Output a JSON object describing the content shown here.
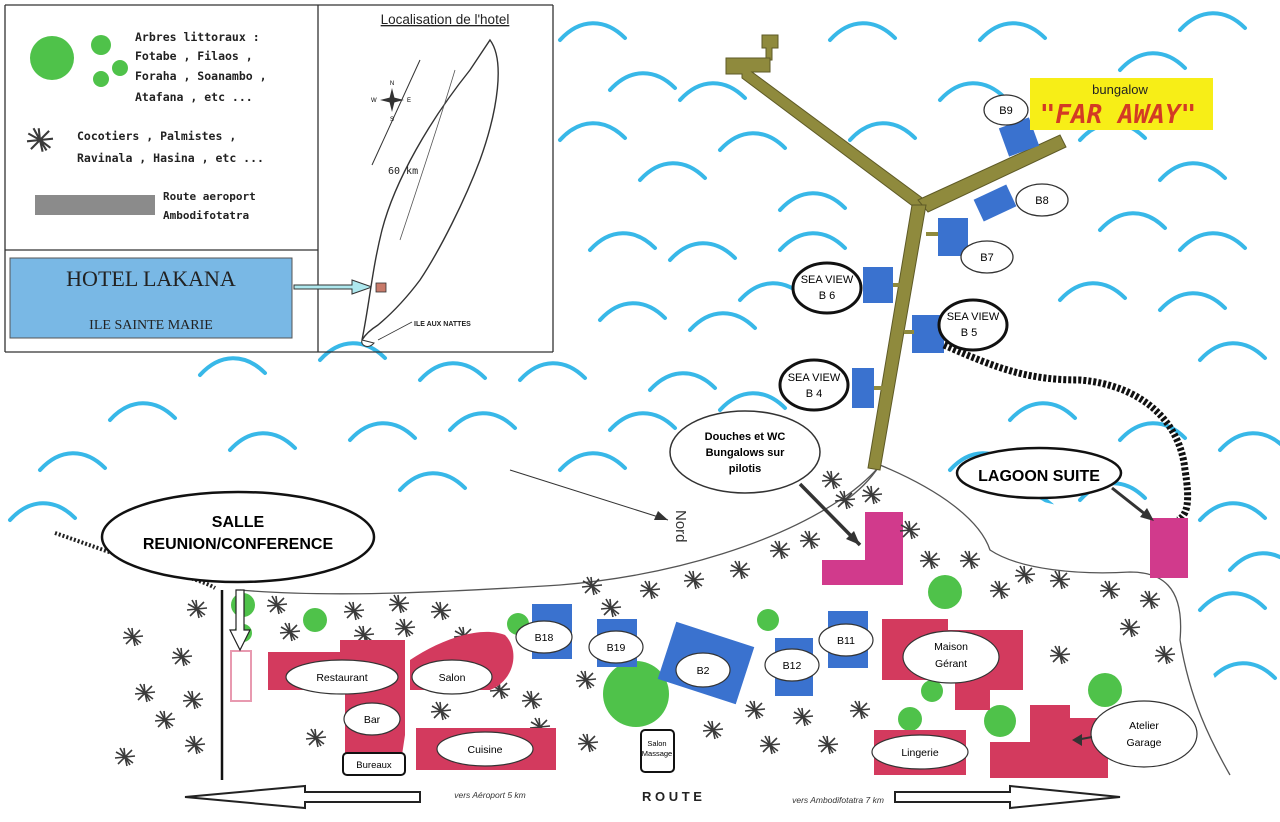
{
  "legend": {
    "trees_label_1": "Arbres littoraux :",
    "trees_label_2": "Fotabe , Filaos ,",
    "trees_label_3": "Foraha , Soanambo ,",
    "trees_label_4": "Atafana , etc ...",
    "palms_label_1": "Cocotiers , Palmistes ,",
    "palms_label_2": "Ravinala , Hasina , etc ...",
    "road_label_1": "Route aeroport",
    "road_label_2": "Ambodifotatra"
  },
  "hotel": {
    "name": "HOTEL LAKANA",
    "subtitle": "ILE SAINTE MARIE"
  },
  "inset": {
    "title": "Localisation de l'hotel",
    "distance": "60 km",
    "island_label": "ILE AUX NATTES",
    "compass": {
      "n": "N",
      "s": "S",
      "e": "E",
      "w": "W"
    }
  },
  "callouts": {
    "far_away_small": "bungalow",
    "far_away_big": "\"FAR AWAY\"",
    "sea_view_b6_1": "SEA VIEW",
    "sea_view_b6_2": "B 6",
    "sea_view_b5_1": "SEA VIEW",
    "sea_view_b5_2": "B 5",
    "sea_view_b4_1": "SEA VIEW",
    "sea_view_b4_2": "B 4",
    "showers_1": "Douches et WC",
    "showers_2": "Bungalows sur",
    "showers_3": "pilotis",
    "lagoon_suite": "LAGOON SUITE",
    "salle_1": "SALLE",
    "salle_2": "REUNION/CONFERENCE",
    "nord": "Nord"
  },
  "buildings": {
    "b9": "B9",
    "b8": "B8",
    "b7": "B7",
    "b18": "B18",
    "b19": "B19",
    "b2": "B2",
    "b12": "B12",
    "b11": "B11",
    "restaurant": "Restaurant",
    "salon": "Salon",
    "bar": "Bar",
    "cuisine": "Cuisine",
    "bureaux": "Bureaux",
    "salon_massage_1": "Salon",
    "salon_massage_2": "Massage",
    "maison_1": "Maison",
    "maison_2": "Gérant",
    "lingerie": "Lingerie",
    "atelier_1": "Atelier",
    "atelier_2": "Garage"
  },
  "road": {
    "label": "R O U T E",
    "left_note": "vers Aéroport  5 km",
    "right_note": "vers Ambodifotatra   7 km"
  },
  "colors": {
    "sea_wave": "#38b8e8",
    "pier": "#8f8a3d",
    "bungalow_blue": "#3a72cf",
    "building_red": "#d33a5e",
    "magenta": "#d13a8c",
    "tree_green": "#4fc24a",
    "label_yellow": "#f7ee17",
    "hotel_box_blue": "#79b8e5",
    "road_gray": "#8b8b8b"
  }
}
